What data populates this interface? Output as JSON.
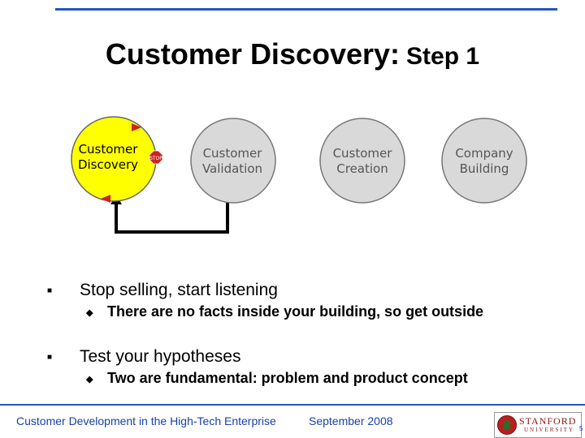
{
  "slide": {
    "title_main": "Customer Discovery:",
    "title_step": "Step 1"
  },
  "diagram": {
    "circles": [
      {
        "label_line1": "Customer",
        "label_line2": "Discovery",
        "fill": "#ffff00",
        "active": true
      },
      {
        "label_line1": "Customer",
        "label_line2": "Validation",
        "fill": "#d9d9d9",
        "active": false
      },
      {
        "label_line1": "Customer",
        "label_line2": "Creation",
        "fill": "#d9d9d9",
        "active": false
      },
      {
        "label_line1": "Company",
        "label_line2": "Building",
        "fill": "#d9d9d9",
        "active": false
      }
    ],
    "stop_sign": "STOP"
  },
  "bullets": [
    {
      "text": "Stop selling, start listening",
      "sub": "There are no facts inside your building, so get outside"
    },
    {
      "text": "Test your hypotheses",
      "sub": "Two are fundamental: problem and product concept"
    }
  ],
  "footer": {
    "left": "Customer Development in the High-Tech Enterprise",
    "middle": "September 2008",
    "logo_word": "STANFORD",
    "logo_sub": "UNIVERSITY",
    "page": "5"
  },
  "colors": {
    "accent_blue": "#2255c4",
    "footer_text": "#1a3fa8",
    "active_circle": "#ffff00",
    "inactive_circle": "#d9d9d9",
    "stop_red": "#cc2222"
  }
}
